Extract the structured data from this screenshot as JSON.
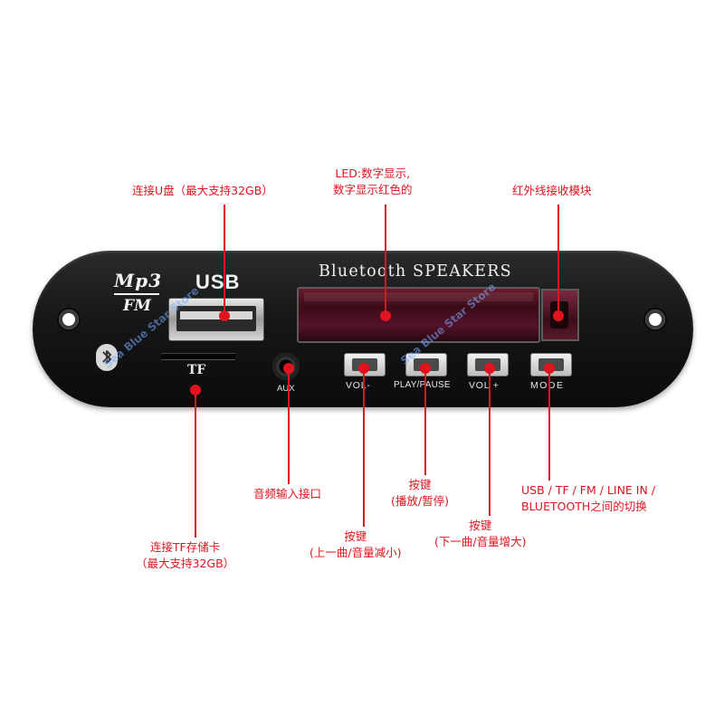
{
  "panel": {
    "logo_mp3": "Mp3",
    "logo_fm": "FM",
    "usb_text": "USB",
    "tf_text": "TF",
    "aux_text": "AUX",
    "title": "Bluetooth SPEAKERS",
    "buttons": [
      {
        "label": "VOL-"
      },
      {
        "label": "PLAY/PAUSE"
      },
      {
        "label": "VOL +"
      },
      {
        "label": "MODE"
      }
    ],
    "watermark": "Sea Blue Star Store"
  },
  "annotations": {
    "usb": [
      "连接U盘（最大支持32GB）"
    ],
    "led": [
      "LED:数字显示,",
      "数字显示红色的"
    ],
    "ir": [
      "红外线接收模块"
    ],
    "tf": [
      "连接TF存储卡",
      "（最大支持32GB）"
    ],
    "aux": [
      "音频输入接口"
    ],
    "prev": [
      "按键",
      "(上一曲/音量减小)"
    ],
    "play": [
      "按键",
      "(播放/暂停)"
    ],
    "next": [
      "按键",
      "(下一曲/音量增大)"
    ],
    "mode": [
      "USB / TF / FM / LINE IN /",
      "BLUETOOTH之间的切换"
    ]
  },
  "colors": {
    "annotation": "#e0141e",
    "panel": "#151617",
    "display": "#54122a"
  },
  "icons": {
    "bluetooth": "bluetooth-icon"
  }
}
